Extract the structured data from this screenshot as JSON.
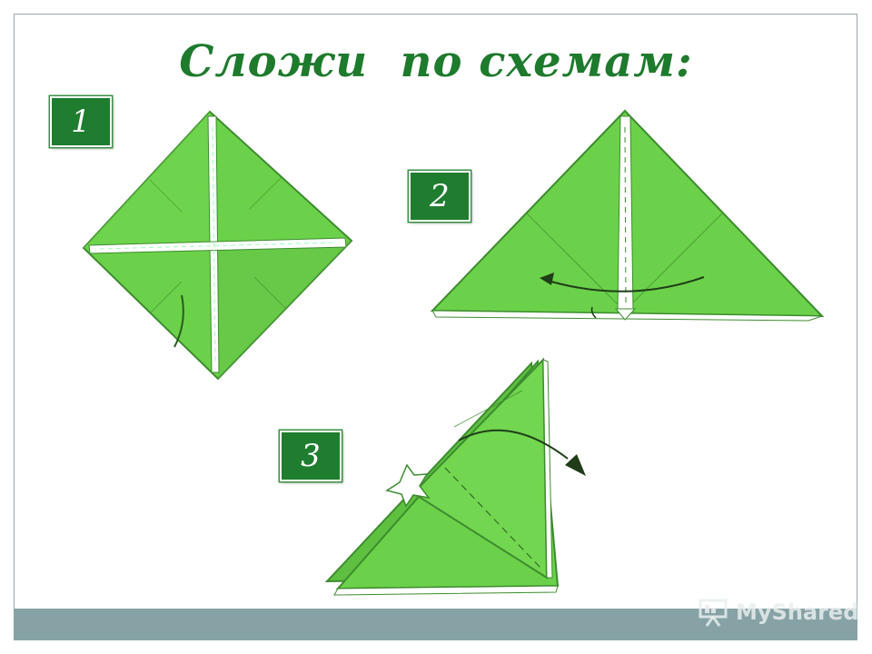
{
  "title": "Сложи  по схемам:",
  "steps": [
    {
      "number": "1"
    },
    {
      "number": "2"
    },
    {
      "number": "3"
    }
  ],
  "colors": {
    "title": "#1e7a2c",
    "badge": "#1f7d2f",
    "paper": "#6cd14a",
    "footer": "#87a2a5"
  },
  "watermark": {
    "text": "MyShared",
    "icon": "presentation-board-icon"
  }
}
